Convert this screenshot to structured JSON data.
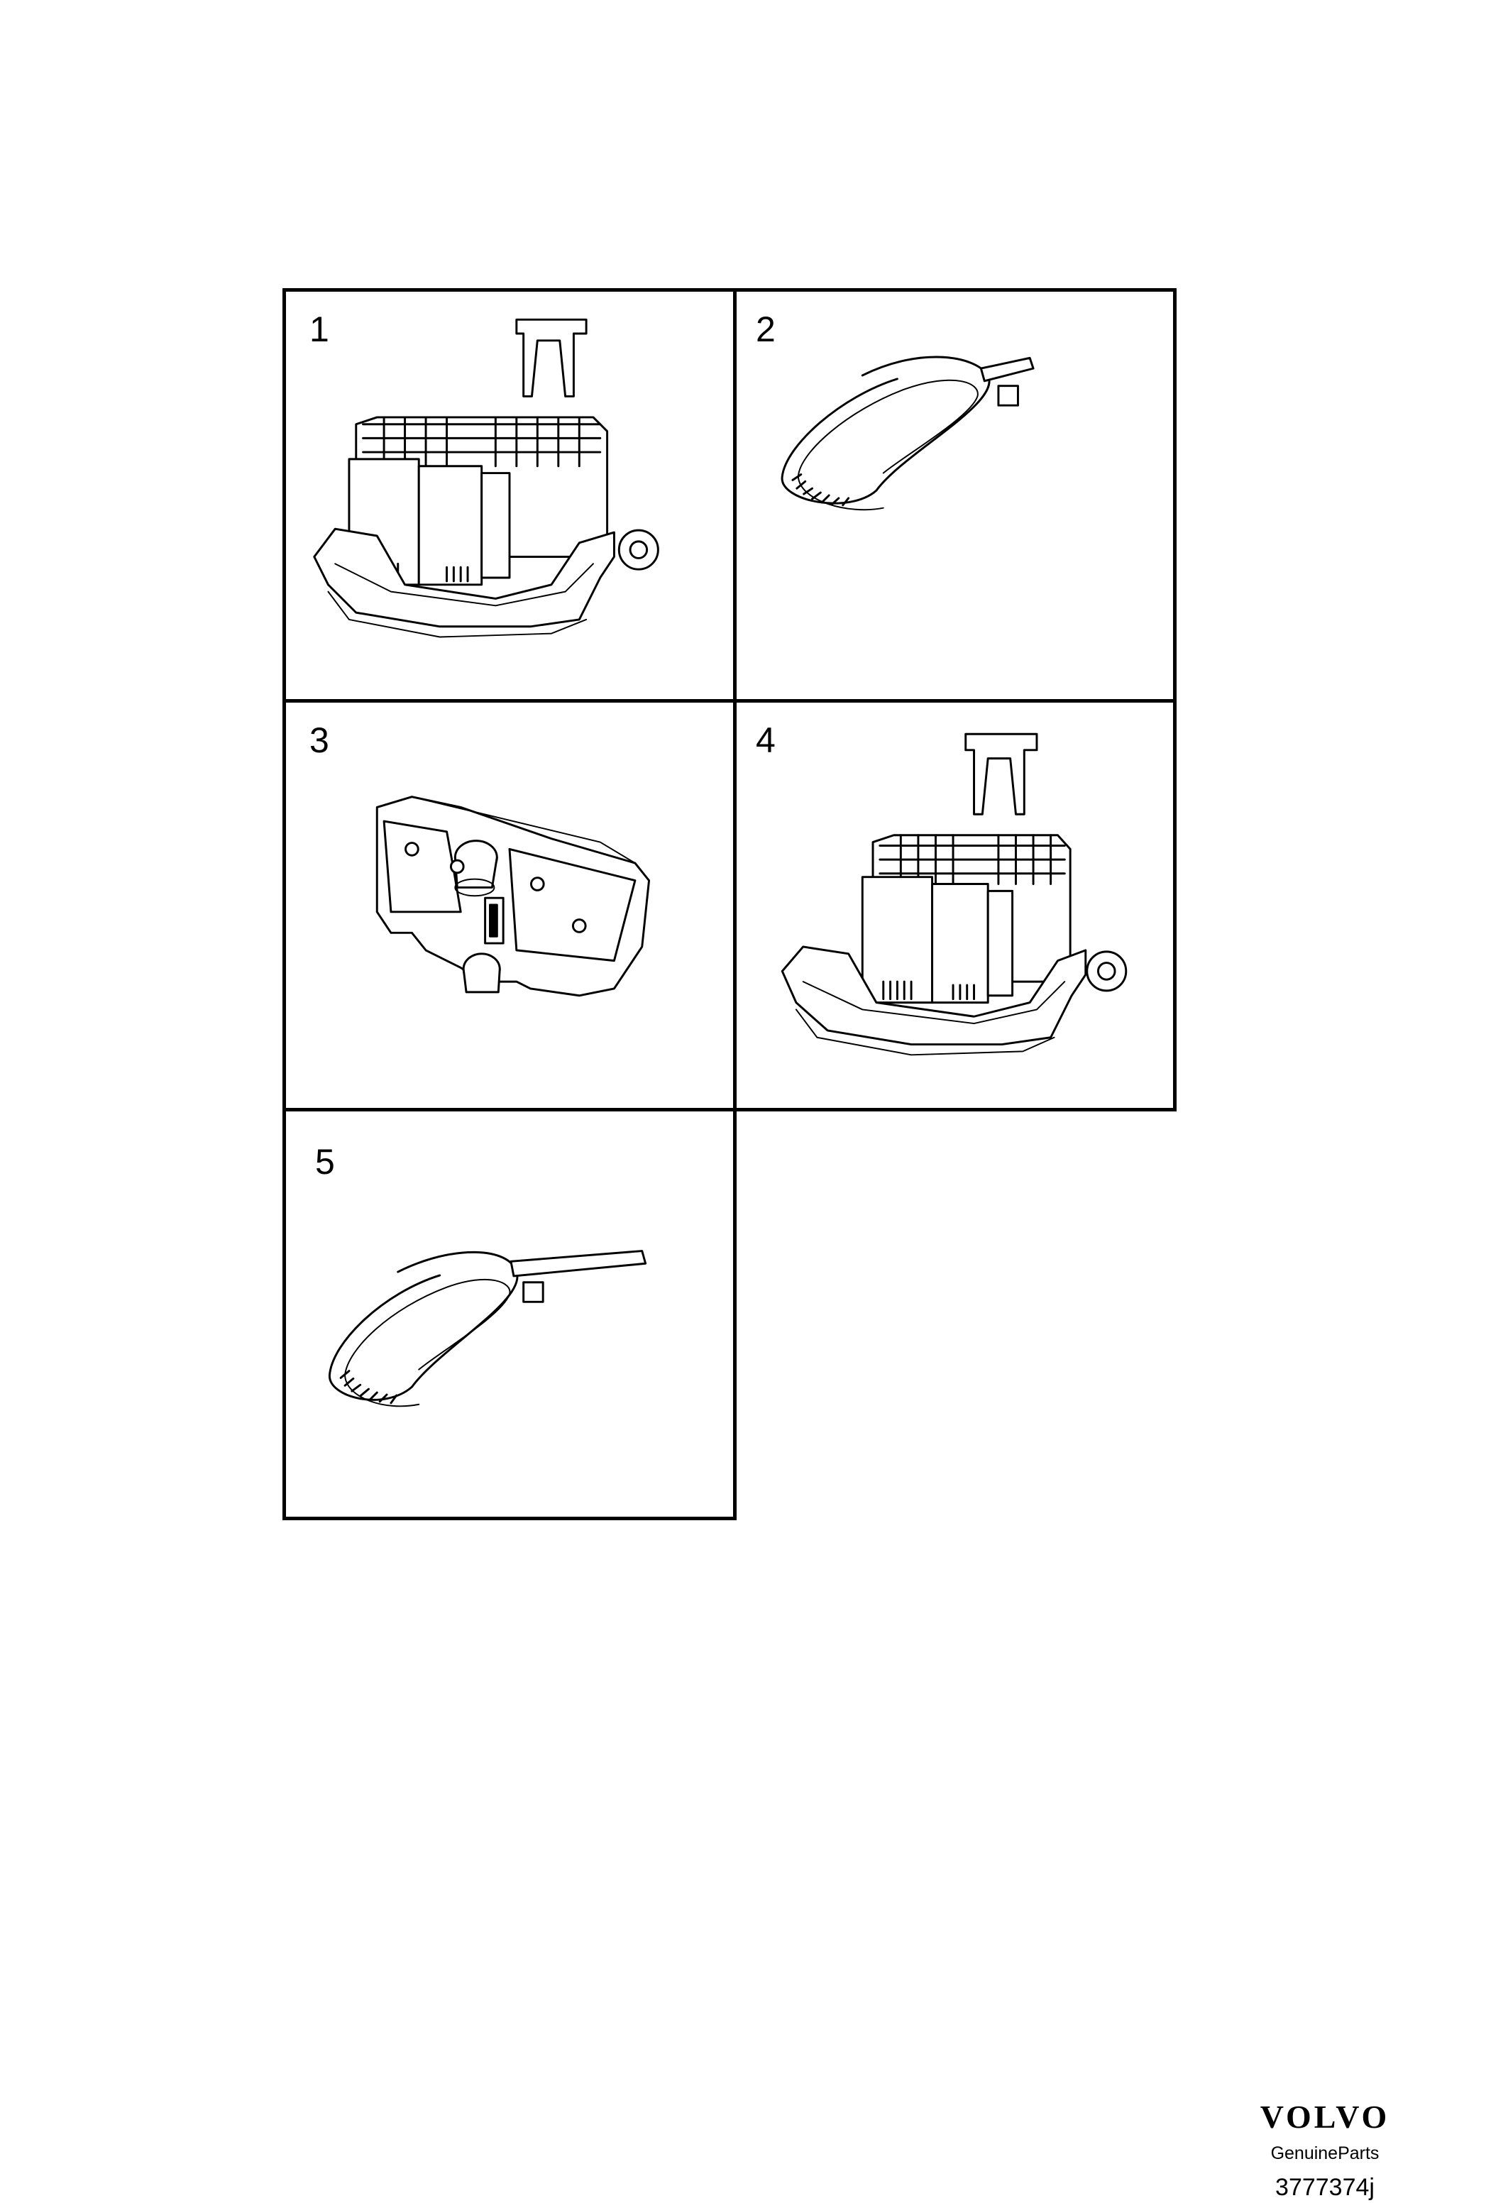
{
  "items": [
    {
      "number": "1",
      "part": "relay-box-with-bracket-icon"
    },
    {
      "number": "2",
      "part": "cable-tie-icon"
    },
    {
      "number": "3",
      "part": "holder-plate-icon"
    },
    {
      "number": "4",
      "part": "relay-box-with-bracket-icon"
    },
    {
      "number": "5",
      "part": "cable-tie-icon"
    }
  ],
  "footer": {
    "logo": "VOLVO",
    "subtitle": "GenuineParts",
    "reference": "3777374j"
  }
}
